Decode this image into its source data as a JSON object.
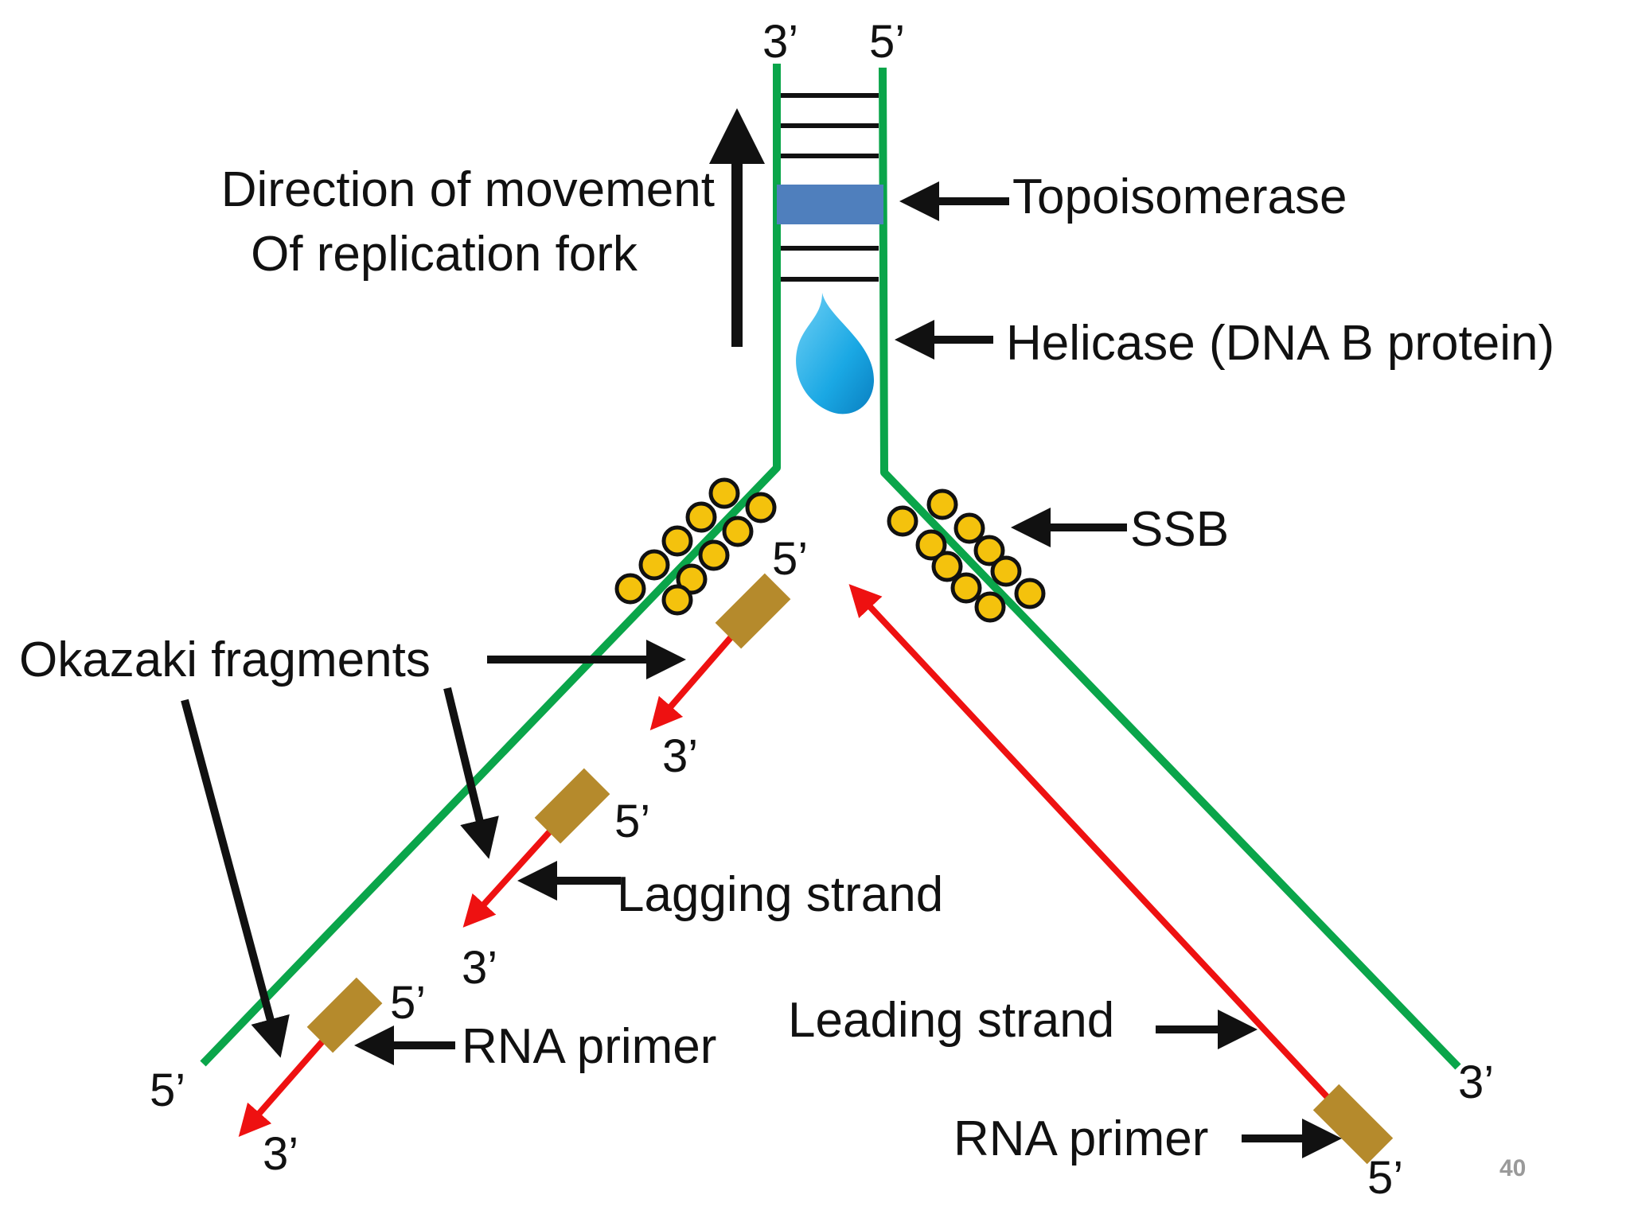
{
  "labels": {
    "direction_line1": "Direction of movement",
    "direction_line2": "Of replication fork",
    "topoisomerase": "Topoisomerase",
    "helicase": "Helicase (DNA B protein)",
    "ssb": "SSB",
    "okazaki": "Okazaki fragments",
    "lagging": "Lagging strand",
    "leading": "Leading strand",
    "rna_primer_left": "RNA primer",
    "rna_primer_right": "RNA primer"
  },
  "ends": {
    "top_left": "3’",
    "top_right": "5’",
    "frag1_5": "5’",
    "frag1_3": "3’",
    "frag2_5": "5’",
    "frag2_3": "3’",
    "frag3_5": "5’",
    "frag3_3": "3’",
    "bottom_left": "5’",
    "bottom_right": "3’",
    "leading_5": "5’"
  },
  "page_number": "40",
  "colors": {
    "parent_strand": "#0aa54a",
    "new_strand": "#ee1111",
    "primer": "#b58a2c",
    "topoisomerase": "#4f7fbd",
    "helicase": "#1aa8e4",
    "ssb": "#f4c20d",
    "arrow": "#111111"
  }
}
